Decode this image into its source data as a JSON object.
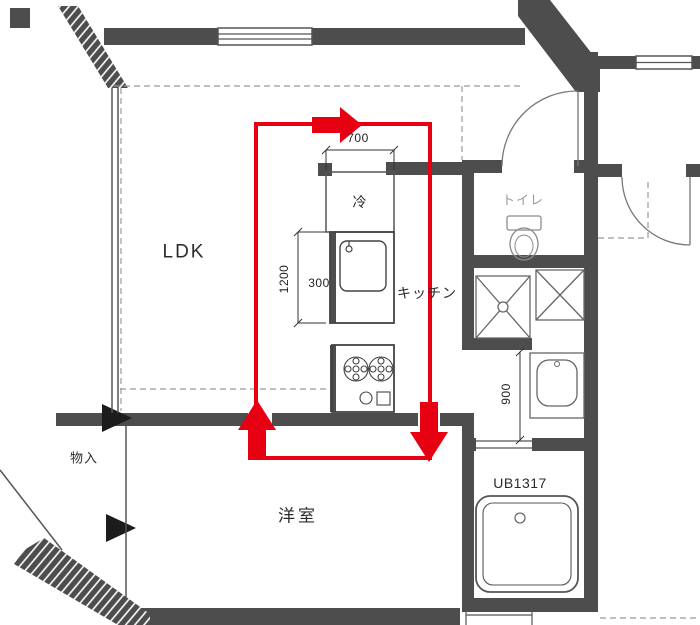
{
  "plan": {
    "rooms": {
      "ldk": "LDK",
      "western_room": "洋室",
      "kitchen": "キッチン",
      "toilet": "トイレ",
      "storage": "物入",
      "unit_bath": "UB1317",
      "refrigerator": "冷"
    },
    "dimensions": {
      "refrigerator_width": "700",
      "counter_length": "1200",
      "counter_offset": "300",
      "washroom_width": "900"
    },
    "colors": {
      "wall": "#4d4d4d",
      "flow": "#e60012",
      "line": "#555555",
      "dash": "#9a9a9a",
      "fixture": "#6e6e6e",
      "label": "#2b2b2b",
      "label_muted": "#9a9a9a"
    }
  }
}
